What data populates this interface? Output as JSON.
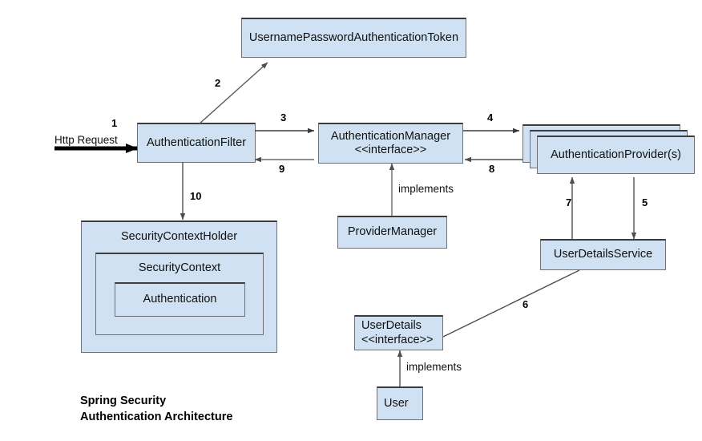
{
  "diagram": {
    "title": "Spring Security\nAuthentication Architecture",
    "colors": {
      "node_fill": "#cfe1f2",
      "node_border": "#6f7073",
      "node_border_top": "#3c3c3c",
      "edge": "#4f4f4f",
      "text": "#111111",
      "background": "#ffffff"
    },
    "nodes": [
      {
        "id": "token",
        "label": "UsernamePasswordAuthenticationToken"
      },
      {
        "id": "filter",
        "label": "AuthenticationFilter"
      },
      {
        "id": "manager",
        "label": "AuthenticationManager\n<<interface>>"
      },
      {
        "id": "provider",
        "label": "AuthenticationProvider(s)"
      },
      {
        "id": "provider_manager",
        "label": "ProviderManager"
      },
      {
        "id": "user_details_service",
        "label": "UserDetailsService"
      },
      {
        "id": "user_details",
        "label": "UserDetails\n<<interface>>"
      },
      {
        "id": "user",
        "label": "User"
      },
      {
        "id": "security_context_holder",
        "label": "SecurityContextHolder"
      },
      {
        "id": "security_context",
        "label": "SecurityContext"
      },
      {
        "id": "authentication",
        "label": "Authentication"
      }
    ],
    "edges": [
      {
        "num": "1",
        "label": "Http Request",
        "from": "http-request",
        "to": "filter"
      },
      {
        "num": "2",
        "label": "",
        "from": "filter",
        "to": "token"
      },
      {
        "num": "3",
        "label": "",
        "from": "filter",
        "to": "manager"
      },
      {
        "num": "4",
        "label": "",
        "from": "manager",
        "to": "provider"
      },
      {
        "num": "5",
        "label": "",
        "from": "provider",
        "to": "user_details_service"
      },
      {
        "num": "6",
        "label": "",
        "from": "user_details_service",
        "to": "user_details"
      },
      {
        "num": "7",
        "label": "",
        "from": "user_details_service",
        "to": "provider"
      },
      {
        "num": "8",
        "label": "",
        "from": "provider",
        "to": "manager"
      },
      {
        "num": "9",
        "label": "",
        "from": "manager",
        "to": "filter"
      },
      {
        "num": "10",
        "label": "",
        "from": "filter",
        "to": "security_context_holder"
      }
    ],
    "annotations": [
      {
        "id": "implements-provider-manager",
        "text": "implements"
      },
      {
        "id": "implements-user",
        "text": "implements"
      },
      {
        "id": "http-request",
        "text": "Http Request"
      }
    ]
  }
}
